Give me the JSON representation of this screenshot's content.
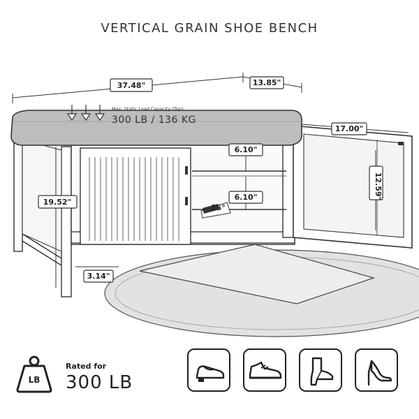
{
  "title": "VERTICAL GRAIN SHOE BENCH",
  "dimensions": {
    "width": "37.48\"",
    "depth": "13.85\"",
    "door_width": "17.00\"",
    "door_height": "12.59\"",
    "shelf_upper": "6.10\"",
    "shelf_lower": "6.10\"",
    "height": "19.52\"",
    "leg_height": "3.14\"",
    "angle": "15°"
  },
  "capacity": {
    "label": "Max. Static Load Capacity (Top)",
    "value": "300 LB / 136 KG"
  },
  "rating": {
    "icon_text": "LB",
    "label": "Rated for",
    "value": "300 LB"
  },
  "shoe_icons": [
    "slipper-icon",
    "sneaker-icon",
    "ankle-boot-icon",
    "high-heel-icon"
  ],
  "colors": {
    "ink": "#222222",
    "background": "#ffffff",
    "cushion": "#bdbdbd"
  }
}
